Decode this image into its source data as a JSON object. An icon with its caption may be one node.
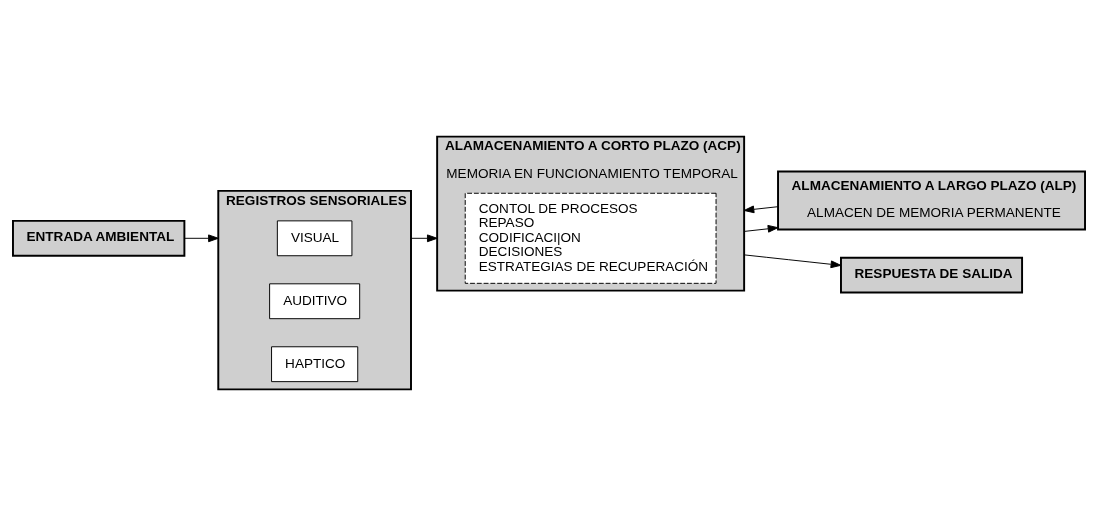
{
  "diagram": {
    "nodes": [
      {
        "text": [
          "ENTRADA AMBIENTAL"
        ]
      },
      {
        "text": [
          "REGISTROS SENSORIALES"
        ]
      },
      {
        "text": [
          "VISUAL"
        ],
        "in": 1
      },
      {
        "text": [
          "AUDITIVO"
        ],
        "in": 1
      },
      {
        "text": [
          "HAPTICO"
        ],
        "in": 1
      },
      {
        "text": [
          "ALAMACENAMIENTO A CORTO PLAZO (ACP)",
          "MEMORIA EN FUNCIONAMIENTO TEMPORAL"
        ]
      },
      {
        "text": [
          "CONTOL DE PROCESOS",
          "REPASO",
          "CODIFICACI|ON",
          "DECISIONES",
          "ESTRATEGIAS DE RECUPERACIÓN"
        ],
        "in": 5
      },
      {
        "text": [
          "ALMACENAMIENTO A LARGO PLAZO (ALP)",
          "ALMACEN DE MEMORIA PERMANENTE"
        ]
      },
      {
        "text": [
          "RESPUESTA DE SALIDA"
        ]
      }
    ],
    "edges": [
      {
        "from": 0,
        "to": 1,
        "arrow": "to"
      },
      {
        "from": 1,
        "to": 5,
        "arrow": "to"
      },
      {
        "from": 5,
        "to": 7,
        "arrow": "to"
      },
      {
        "from": 7,
        "to": 5,
        "arrow": "to"
      },
      {
        "from": 5,
        "to": 8,
        "arrow": "to"
      }
    ]
  }
}
